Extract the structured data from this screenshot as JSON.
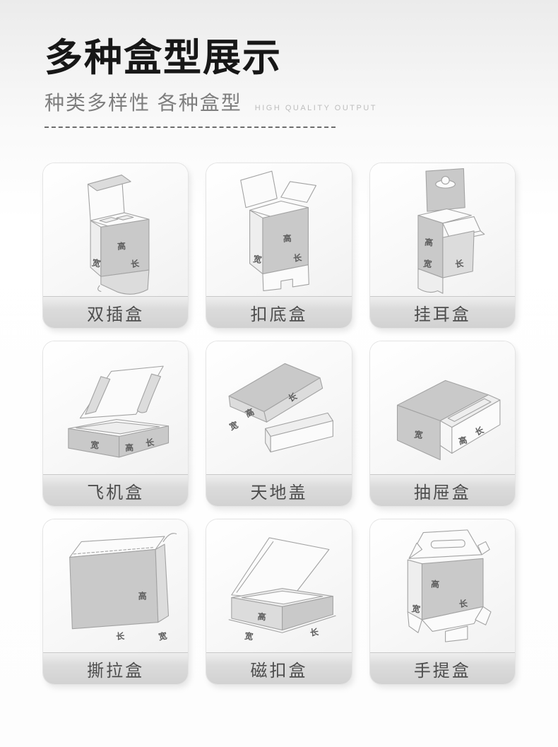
{
  "header": {
    "title": "多种盒型展示",
    "subtitle": "种类多样性 各种盒型",
    "tagline": "HIGH QUALITY OUTPUT"
  },
  "dimension_labels": {
    "height": "高",
    "width": "宽",
    "length": "长"
  },
  "boxes": [
    {
      "label": "双插盒",
      "type": "double-insert-box"
    },
    {
      "label": "扣底盒",
      "type": "snap-bottom-box"
    },
    {
      "label": "挂耳盒",
      "type": "hang-tab-box"
    },
    {
      "label": "飞机盒",
      "type": "mailer-box"
    },
    {
      "label": "天地盖",
      "type": "lid-base-box"
    },
    {
      "label": "抽屉盒",
      "type": "drawer-box"
    },
    {
      "label": "撕拉盒",
      "type": "tear-strip-box"
    },
    {
      "label": "磁扣盒",
      "type": "magnetic-box"
    },
    {
      "label": "手提盒",
      "type": "handle-box"
    }
  ],
  "colors": {
    "title_text": "#171717",
    "subtitle_text": "#7e7e7e",
    "tagline_text": "#bdbdbd",
    "separator_dash": "#6d6d6d",
    "card_label_text": "#4d4d4d",
    "card_label_bar": "#d6d6d6",
    "box_face_dark": "#c9c9c9",
    "box_face_light": "#eeeeee",
    "box_outline": "#a3a3a3",
    "page_background_top": "#ebebeb",
    "page_background_main": "#ffffff"
  }
}
